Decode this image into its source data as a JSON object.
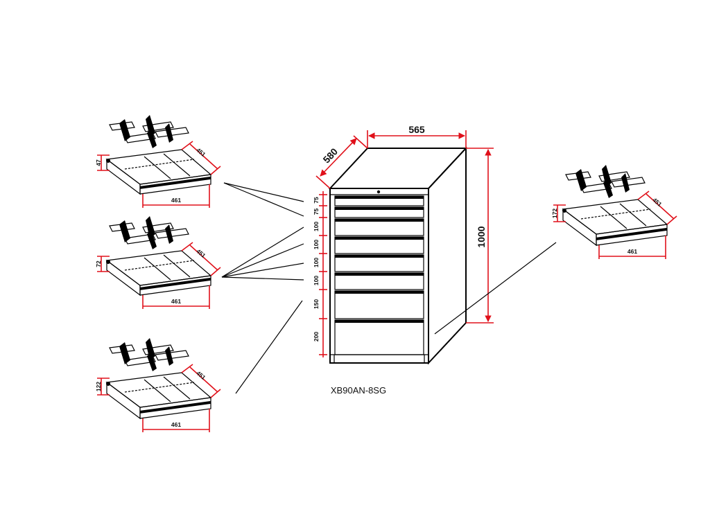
{
  "model": {
    "name": "XB90AN-8SG"
  },
  "cabinet": {
    "width": "565",
    "depth": "580",
    "height": "1000",
    "drawer_heights": [
      "75",
      "75",
      "100",
      "100",
      "100",
      "100",
      "150",
      "200"
    ]
  },
  "drawer_details": [
    {
      "height": "47",
      "width": "461",
      "depth": "451"
    },
    {
      "height": "72",
      "width": "461",
      "depth": "451"
    },
    {
      "height": "122",
      "width": "461",
      "depth": "451"
    },
    {
      "height": "172",
      "width": "461",
      "depth": "451"
    }
  ],
  "colors": {
    "dimension": "#e0101a",
    "outline": "#000000"
  }
}
